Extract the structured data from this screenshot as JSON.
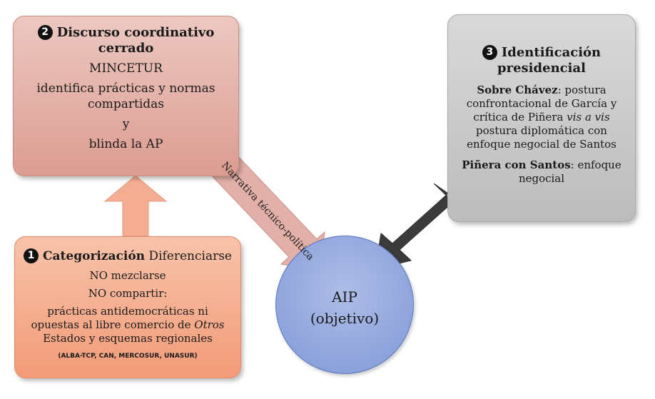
{
  "box2": {
    "number": "2",
    "title": "Discurso coordinativo cerrado",
    "line1": "MINCETUR",
    "line2": "identifica prácticas y normas compartidas",
    "line3": "y",
    "line4": "blinda la AP"
  },
  "box1": {
    "number": "1",
    "title_bold": "Categorización",
    "title_rest": " Diferenciarse",
    "line1": "NO mezclarse",
    "line2": "NO compartir:",
    "line3_pre": "prácticas antidemocráticas ni opuestas al libre comercio de ",
    "line3_italic": "Otros",
    "line3_post": " Estados y esquemas regionales",
    "small": "(ALBA-TCP, CAN, MERCOSUR, UNASUR)"
  },
  "box3": {
    "number": "3",
    "title": "Identificación presidencial",
    "p1_bold": "Sobre Chávez",
    "p1_pre": ": postura confrontacional de García y crítica de Piñera ",
    "p1_italic": "vis a vis",
    "p1_post": " postura diplomática con enfoque negocial de Santos",
    "p2_bold": "Piñera con Santos",
    "p2_rest": ": enfoque negocial"
  },
  "center": {
    "line1": "AIP",
    "line2": "(objetivo)"
  },
  "arrow_label": "Narrativa técnico-política",
  "colors": {
    "box1": "#f5a887",
    "box2": "#e3aca2",
    "box3": "#cccccc",
    "circle": "#9bb0e0",
    "arrow_up": "#f0a58a",
    "arrow_diag": "#deaba4",
    "arrow_dark": "#3a3a3a"
  }
}
